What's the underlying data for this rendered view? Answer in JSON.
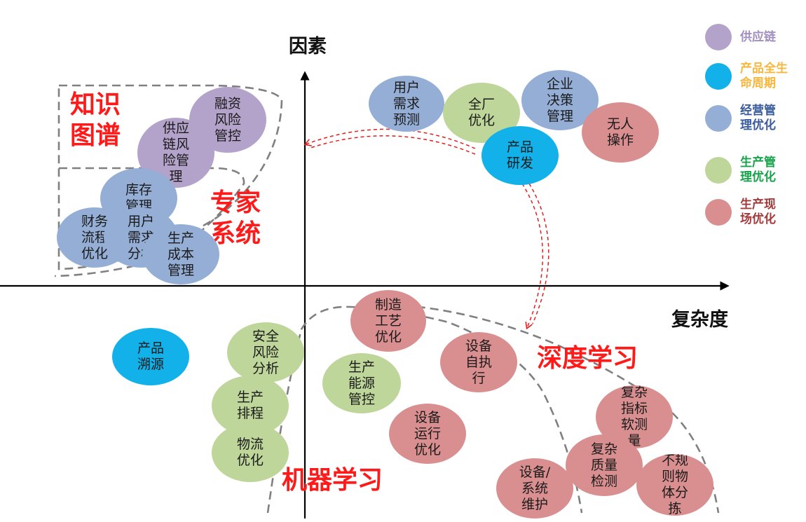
{
  "axes": {
    "y_label": "因素",
    "x_label": "复杂度"
  },
  "colors": {
    "supply": "#b3a2c9",
    "life": "#12b1ea",
    "ops": "#94aed5",
    "prod": "#bfd69a",
    "site": "#d98f8f",
    "region_label": "#ff1a1a",
    "arrow": "#e02020",
    "dashed": "#808080"
  },
  "legend": [
    {
      "label": "供应链",
      "color": "#b3a2c9",
      "text_color": "#a08fc0"
    },
    {
      "label": "产品全生\n命周期",
      "color": "#12b1ea",
      "text_color": "#f6b73c"
    },
    {
      "label": "经营管\n理优化",
      "color": "#94aed5",
      "text_color": "#3a5c9c"
    },
    {
      "label": "生产管\n理优化",
      "color": "#bfd69a",
      "text_color": "#17a34a"
    },
    {
      "label": "生产现\n场优化",
      "color": "#d98f8f",
      "text_color": "#a33a3a"
    }
  ],
  "regions": {
    "knowledge_graph": "知识\n图谱",
    "expert_system": "专家\n系统",
    "deep_learning": "深度学习",
    "machine_learning": "机器学习"
  },
  "bubbles": {
    "financing_risk": "融资\n风险\n管控",
    "supply_chain_risk": "供应\n链风\n险管\n理",
    "inventory": "库存\n管理",
    "finance_process": "财务\n流程\n优化",
    "user_demand_analysis": "用户\n需求\n分析",
    "production_cost": "生产\n成本\n管理",
    "user_demand_forecast": "用户\n需求\n预测",
    "plant_optimization": "全厂\n优化",
    "enterprise_decision": "企业\n决策\n管理",
    "unmanned_operation": "无人\n操作",
    "product_rd": "产品\n研发",
    "process_optimization": "制造\n工艺\n优化",
    "equipment_self_exec": "设备\n自执\n行",
    "product_trace": "产品\n溯源",
    "safety_risk": "安全\n风险\n分析",
    "production_energy": "生产\n能源\n管控",
    "production_scheduling": "生产\n排程",
    "equipment_running": "设备\n运行\n优化",
    "logistics": "物流\n优化",
    "complex_soft_measure": "复杂\n指标\n软测\n量",
    "complex_quality": "复杂\n质量\n检测",
    "equipment_maintenance": "设备/\n系统\n维护",
    "irregular_sorting": "不规\n则物\n体分\n拣"
  }
}
